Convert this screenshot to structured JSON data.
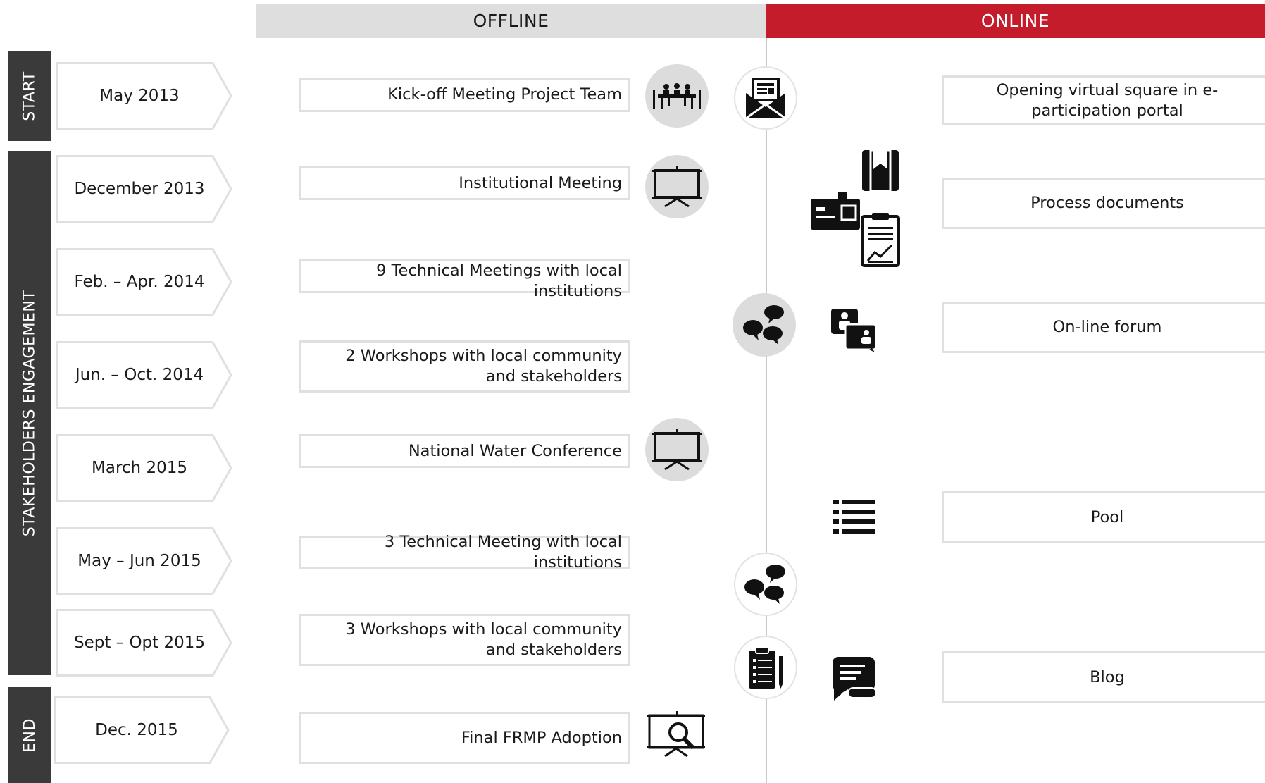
{
  "headers": {
    "offline": "OFFLINE",
    "online": "ONLINE"
  },
  "phases": {
    "start": "START",
    "engagement": "STAKEHOLDERS ENGAGEMENT",
    "end": "END"
  },
  "dates": [
    "May 2013",
    "December 2013",
    "Feb. – Apr. 2014",
    "Jun. – Oct. 2014",
    "March 2015",
    "May – Jun 2015",
    "Sept – Opt 2015",
    "Dec. 2015"
  ],
  "offline": [
    "Kick-off Meeting Project Team",
    "Institutional Meeting",
    "9 Technical Meetings with local institutions",
    "2 Workshops with local community and stakeholders",
    "National Water Conference",
    "3 Technical Meeting with local institutions",
    "3 Workshops with local community and stakeholders",
    "Final FRMP Adoption"
  ],
  "online": [
    "Opening virtual square in e-participation portal",
    "Process documents",
    "On-line forum",
    "Pool",
    "Blog"
  ],
  "colors": {
    "online_header": "#c41c2b",
    "offline_header": "#dedede",
    "phase_bar": "#3a3a3a"
  }
}
